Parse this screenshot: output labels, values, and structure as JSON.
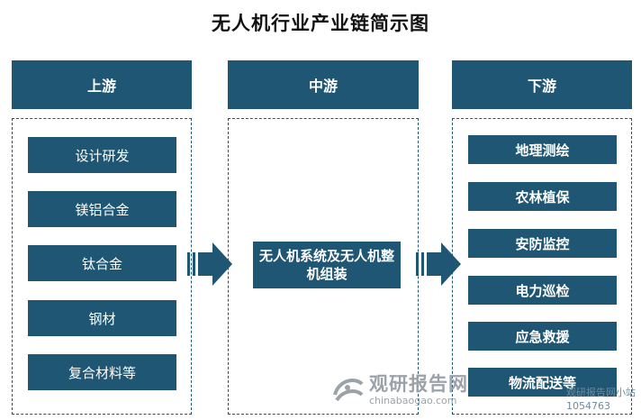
{
  "title": "无人机行业产业链简示图",
  "columns": {
    "upstream": {
      "header": "上游",
      "items": [
        "设计研发",
        "镁铝合金",
        "钛合金",
        "钢材",
        "复合材料等"
      ]
    },
    "midstream": {
      "header": "中游",
      "content": "无人机系统及无人机整机组装"
    },
    "downstream": {
      "header": "下游",
      "items": [
        "地理测绘",
        "农林植保",
        "安防监控",
        "电力巡检",
        "应急救援",
        "物流配送等"
      ]
    }
  },
  "watermark": {
    "brand": "观研报告网",
    "url": "chinabaogao.com",
    "stamp_name": "观研报告网小站",
    "stamp_id": "1054763"
  },
  "colors": {
    "primary": "#1f5673",
    "background": "#ffffff",
    "title": "#111111",
    "watermark": "#9ca3a8"
  },
  "icons": [
    "arrow-right-icon",
    "watermark-logo-icon"
  ]
}
